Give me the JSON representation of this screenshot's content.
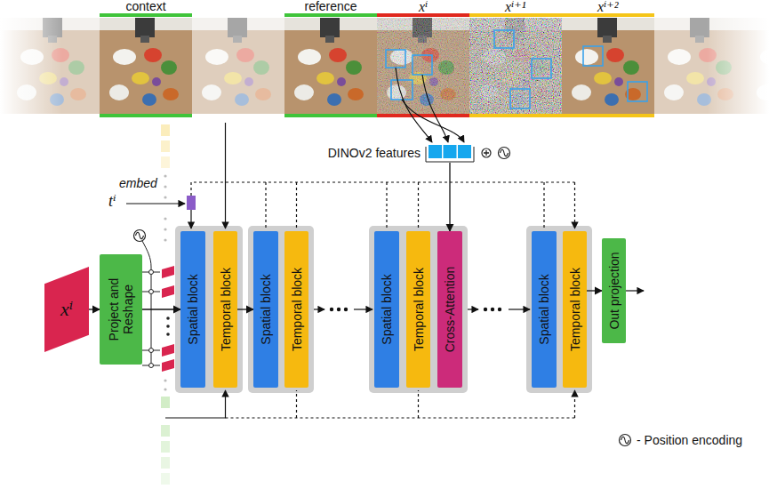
{
  "diagram": {
    "nodes": [
      {
        "text": [
          "DINOv2 features"
        ]
      },
      {
        "text": [
          "xⁱ"
        ]
      },
      {
        "text": [
          "Project and Reshape"
        ]
      },
      {
        "text": [
          "Spatial block"
        ]
      },
      {
        "text": [
          "Temporal block"
        ]
      },
      {
        "text": [
          "Spatial block"
        ]
      },
      {
        "text": [
          "Temporal block"
        ]
      },
      {
        "text": [
          "Spatial block"
        ]
      },
      {
        "text": [
          "Temporal block"
        ]
      },
      {
        "text": [
          "Cross-Attention"
        ]
      },
      {
        "text": [
          "Spatial block"
        ]
      },
      {
        "text": [
          "Temporal block"
        ]
      },
      {
        "text": [
          "Out projection"
        ]
      }
    ],
    "edges": [
      {
        "from": 1,
        "to": 2,
        "arrow": "to"
      },
      {
        "from": 2,
        "to": 3,
        "arrow": "to"
      },
      {
        "from": 4,
        "to": 5,
        "arrow": "to"
      },
      {
        "from": 0,
        "to": 9,
        "arrow": "to"
      },
      {
        "from": 11,
        "to": 12,
        "arrow": "to"
      }
    ],
    "labels": [
      "context",
      "reference",
      "xⁱ",
      "xⁱ⁺¹",
      "xⁱ⁺²",
      "tⁱ",
      "embed"
    ],
    "legend": [
      {
        "text": "- Position encoding"
      }
    ]
  }
}
